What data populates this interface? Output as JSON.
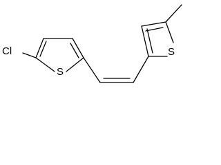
{
  "molecule": {
    "labels": {
      "chlorine": "Cl",
      "sulfur_left": "S",
      "sulfur_right": "S"
    },
    "colors": {
      "bond": "#000000",
      "background": "#ffffff"
    }
  }
}
